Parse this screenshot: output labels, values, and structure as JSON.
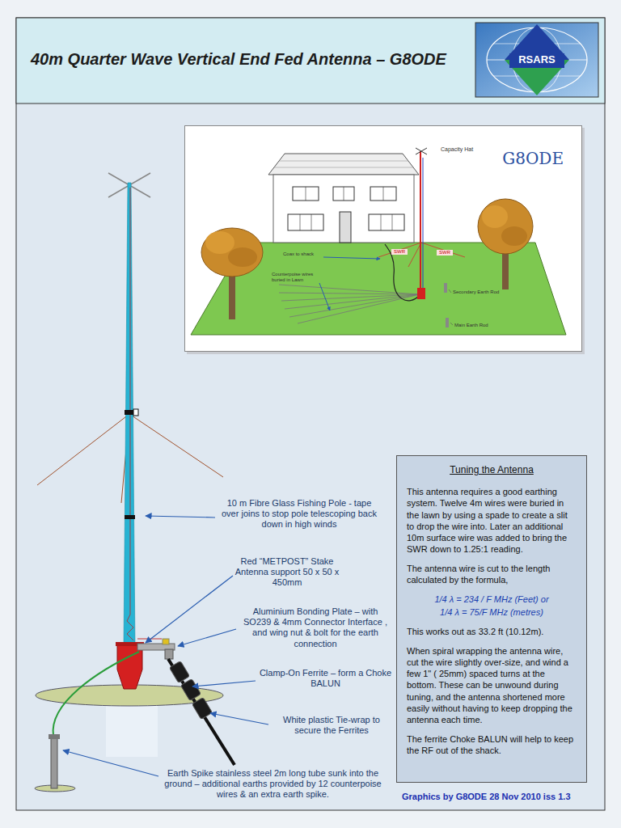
{
  "diagram": {
    "title": "40m Quarter Wave Vertical End Fed Antenna – G8ODE",
    "caption": "Graphics by G8ODE 28 Nov 2010 iss 1.3",
    "nodes": [
      {
        "text": [
          "RSARS"
        ]
      },
      {
        "text": [
          "G8ODE"
        ]
      },
      {
        "text": [
          "Tuning the Antenna",
          "This antenna requires a good earthing system. Twelve 4m wires were buried in the lawn by using a spade to create a slit to drop the wire into. Later an additional 10m surface wire was added to bring the SWR down to 1.25:1 reading.",
          "The antenna wire is cut to the length calculated by the formula,",
          "1/4 λ = 234 / F MHz (Feet) or",
          "1/4 λ = 75/F MHz (metres)",
          "This works out as 33.2 ft (10.12m).",
          "When spiral wrapping the antenna wire, cut the wire slightly over-size, and wind a few 1\" ( 25mm) spaced turns at the bottom. These can be unwound during tuning, and the antenna shortened more easily without having to keep dropping the antenna each time.",
          "The ferrite Choke BALUN will help to keep the RF out of the shack."
        ]
      }
    ],
    "labels": [
      "Capacity Hat",
      "Coax to shack",
      "Counterpoise wires buried in Lawn",
      "SWR",
      "SWR",
      "Secondary Earth Rod",
      "Main Earth Rod",
      "10 m Fibre Glass Fishing Pole - tape over joins to stop pole telescoping back down in high winds",
      "Red “METPOST” Stake Antenna support 50 x 50 x 450mm",
      "Aluminium Bonding Plate – with SO239 & 4mm Connector Interface , and wing nut & bolt for the earth connection",
      "Clamp-On Ferrite – form a Choke BALUN",
      "White plastic Tie-wrap to secure the Ferrites",
      "Earth Spike stainless steel 2m long tube sunk into the ground – additional earths provided by 12 counterpoise wires & an extra earth spike."
    ]
  }
}
